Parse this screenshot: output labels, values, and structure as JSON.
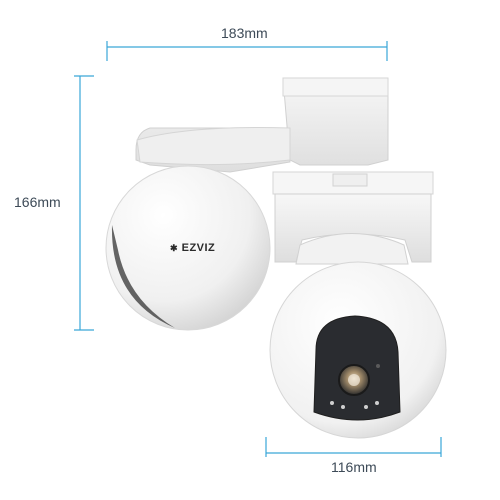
{
  "dimensions": {
    "width_label": "183mm",
    "height_label": "166mm",
    "depth_label": "116mm"
  },
  "product": {
    "brand": "EZVIZ"
  },
  "colors": {
    "dimension_line": "#3aa6d8",
    "body": "#f4f4f4",
    "mount": "#ececec",
    "lens_housing": "#2a2c30",
    "lens": "#bfa98a"
  }
}
